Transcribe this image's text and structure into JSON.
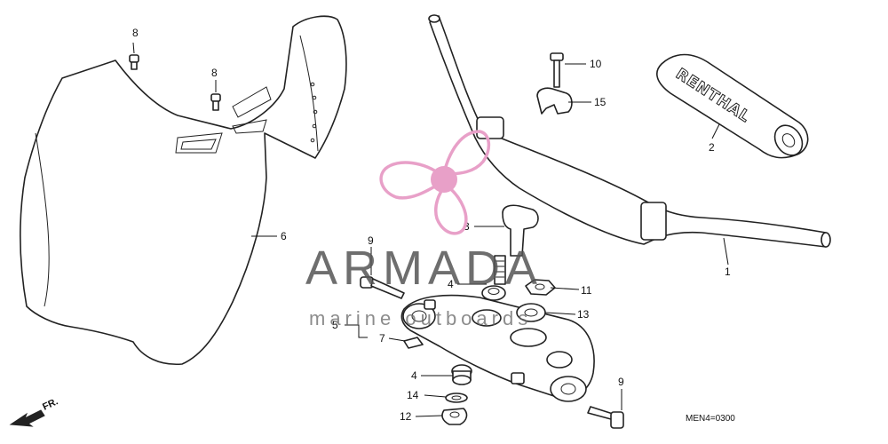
{
  "callouts": {
    "c1": "1",
    "c2": "2",
    "c3": "3",
    "c4a": "4",
    "c4b": "4",
    "c5": "5",
    "c6": "6",
    "c7": "7",
    "c8a": "8",
    "c8b": "8",
    "c9a": "9",
    "c9b": "9",
    "c10": "10",
    "c11": "11",
    "c12": "12",
    "c13": "13",
    "c14": "14",
    "c15": "15"
  },
  "grip_brand": "RENTHAL",
  "front_marker": "FR.",
  "diagram_code": "MEN4=0300",
  "watermark": {
    "title": "ARMADA",
    "subtitle": "marine outboards",
    "accent_color": "#e8a0c8"
  }
}
